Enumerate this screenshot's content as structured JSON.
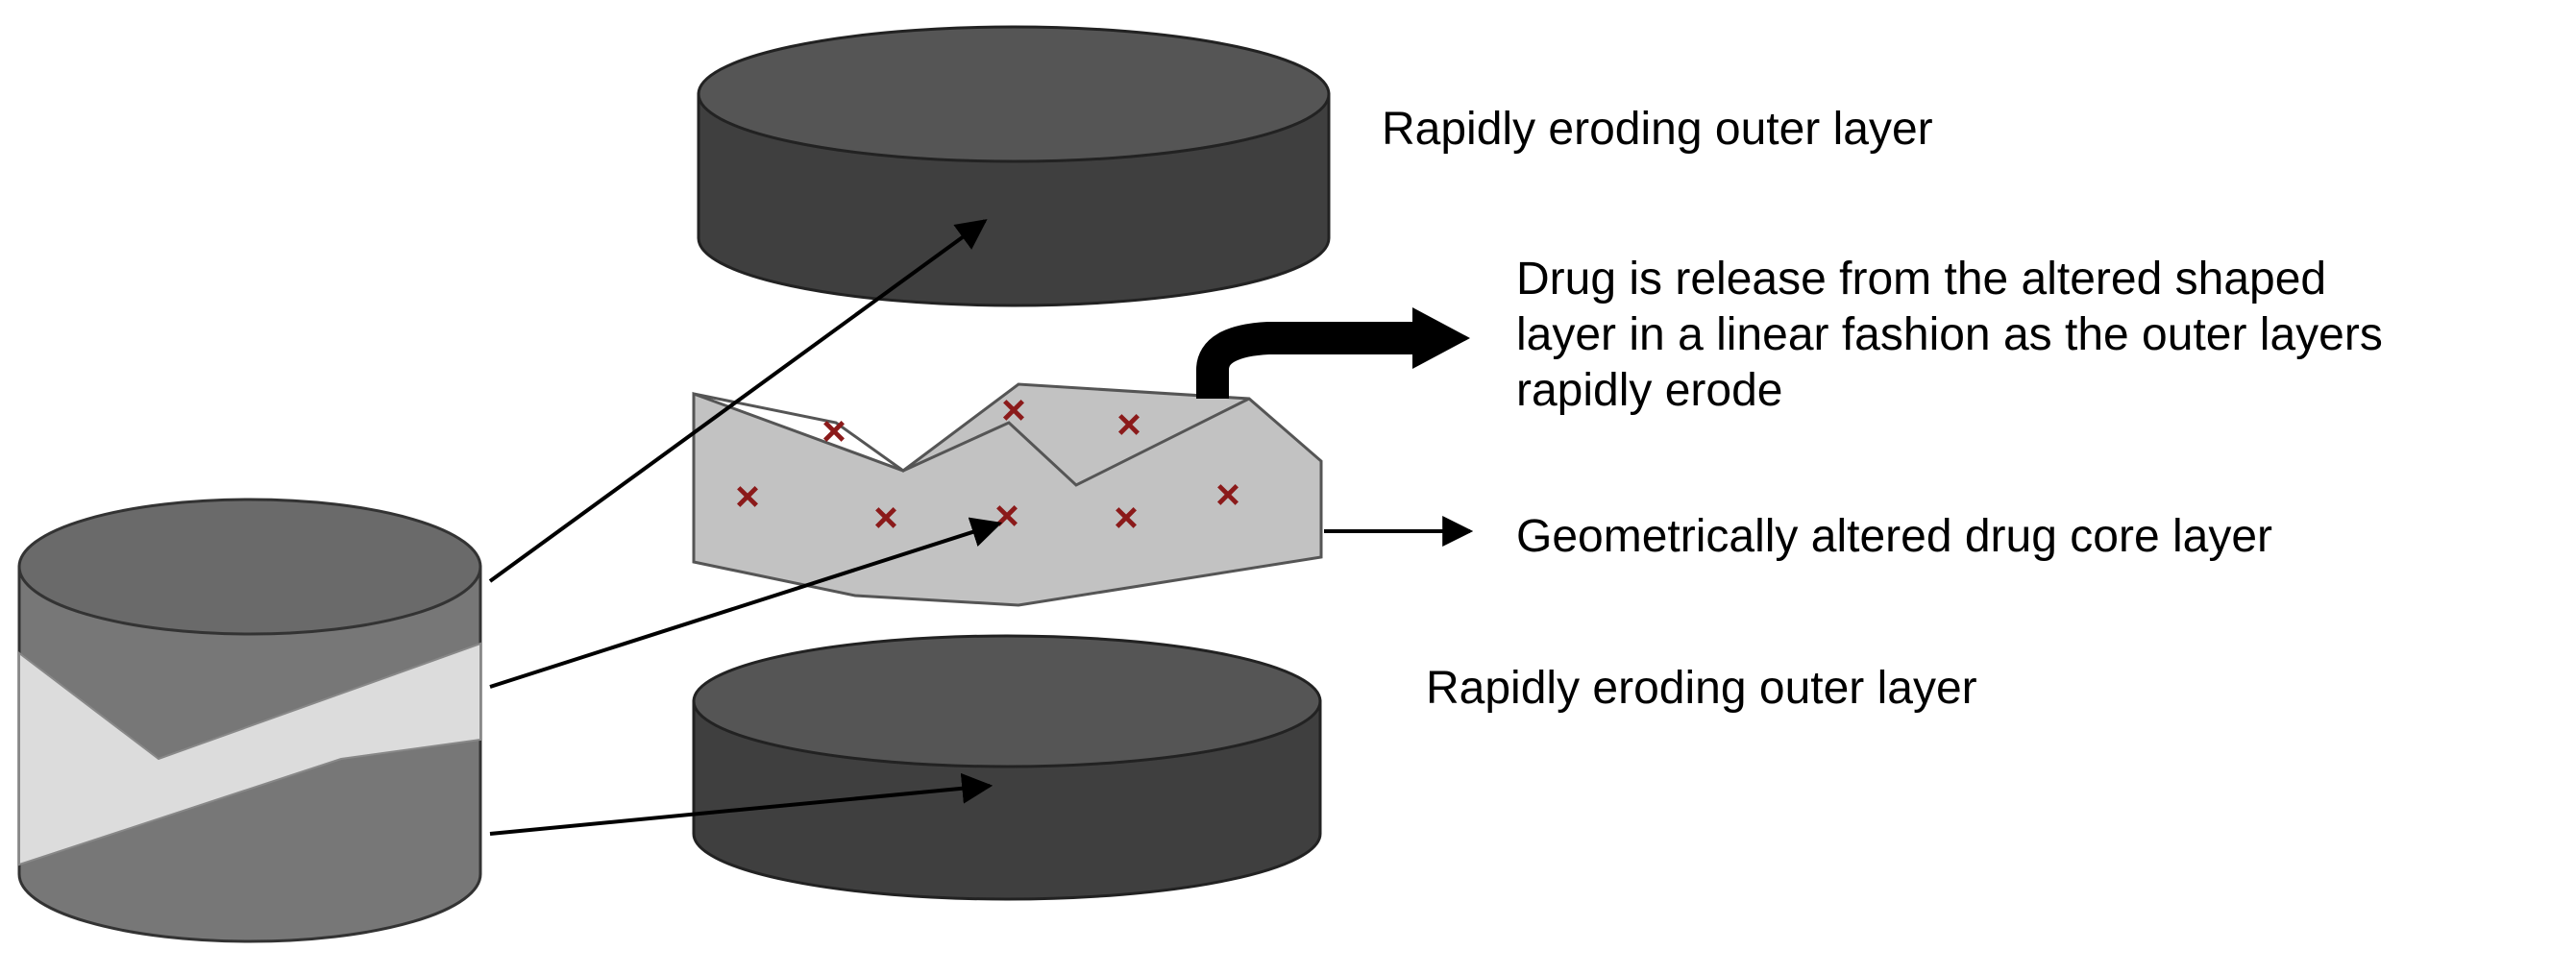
{
  "labels": {
    "top_layer": "Rapidly eroding outer layer",
    "release": "Drug is release from the altered shaped\nlayer in a linear fashion as the outer layers\nrapidly erode",
    "core_layer": "Geometrically altered drug core layer",
    "bottom_layer": "Rapidly eroding outer layer"
  },
  "markers": {
    "drug_symbol": "×"
  },
  "colors": {
    "outer_layer_top": "#555555",
    "outer_layer_side": "#3f3f3f",
    "assembled_tablet": "#777777",
    "core_band": "#dcdcdc",
    "core_layer": "#c2c2c2",
    "drug_marker": "#8b1a1a",
    "arrow": "#000000"
  }
}
